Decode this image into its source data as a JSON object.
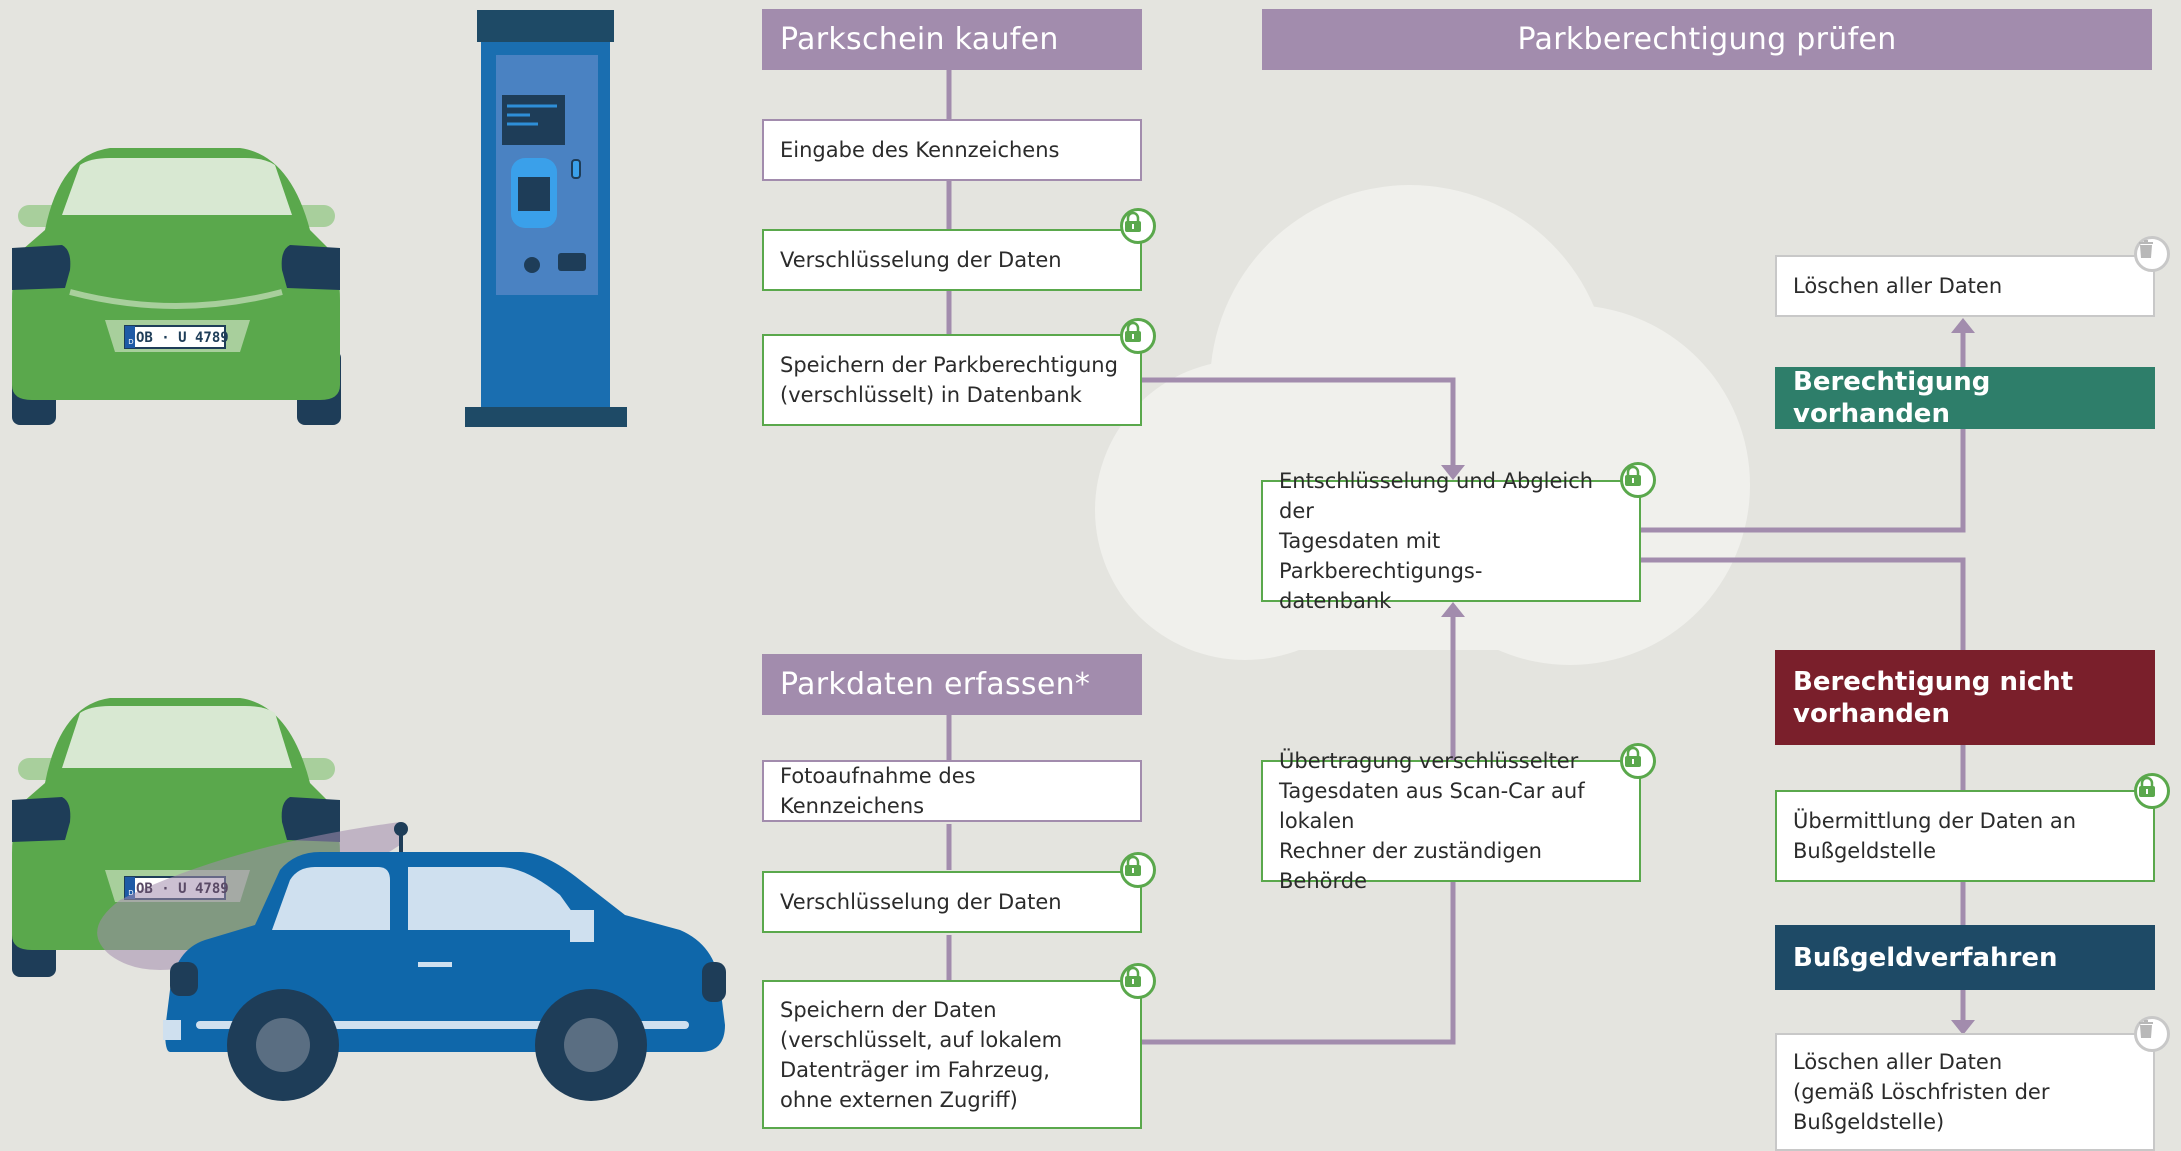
{
  "colors": {
    "background": "#e4e4df",
    "header_purple": "#a28cad",
    "connector_purple": "#a28cad",
    "lock_green": "#5aa84c",
    "status_green": "#2e7e6a",
    "status_red": "#7a1f2b",
    "status_navy": "#1e4a66",
    "car_green": "#5aa84c",
    "scan_car_blue": "#0f67aa",
    "ticket_machine_blue": "#1a6eb0",
    "cloud": "#f0f0ec"
  },
  "headers": {
    "buy_ticket": "Parkschein kaufen",
    "check_permission": "Parkberechtigung prüfen",
    "capture_data": "Parkdaten erfassen*"
  },
  "buy_flow": {
    "step1": "Eingabe des Kennzeichens",
    "step2": "Verschlüsselung der Daten",
    "step3": "Speichern der Parkberechtigung\n(verschlüsselt) in Datenbank"
  },
  "capture_flow": {
    "step1": "Fotoaufnahme des Kennzeichens",
    "step2": "Verschlüsselung der Daten",
    "step3": "Speichern der Daten\n(verschlüsselt, auf lokalem\nDatenträger im Fahrzeug,\nohne externen Zugriff)"
  },
  "check_flow": {
    "compare": "Entschlüsselung und Abgleich der\nTagesdaten mit Parkberechtigungs-\ndatenbank",
    "transfer": "Übertragung verschlüsselter\nTagesdaten aus Scan-Car auf lokalen\nRechner der zuständigen Behörde"
  },
  "results": {
    "permitted": "Berechtigung vorhanden",
    "delete_all": "Löschen aller Daten",
    "not_permitted": "Berechtigung nicht\nvorhanden",
    "send_to_authority": "Übermittlung der Daten an\nBußgeldstelle",
    "fine_procedure": "Bußgeldverfahren",
    "delete_after": "Löschen aller Daten\n(gemäß Löschfristen der\nBußgeldstelle)"
  },
  "plates": {
    "car_top": "OB · U 4789",
    "car_bottom": "OB · U 4789",
    "plate_prefix": "D"
  },
  "icons": {
    "lock": "lock-icon",
    "trash": "trash-icon"
  }
}
